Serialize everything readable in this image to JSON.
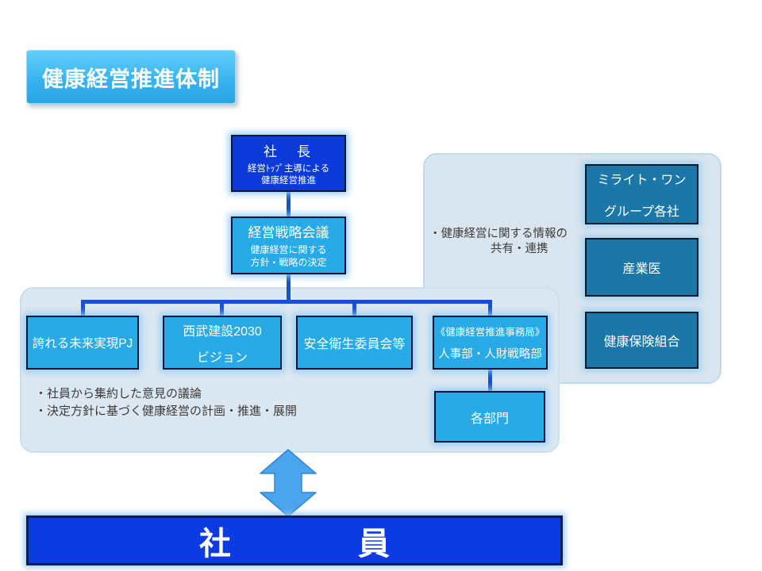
{
  "slide": {
    "title": "健康経営推進体制"
  },
  "org": {
    "president": {
      "title": "社　長",
      "sub1": "経営ﾄｯﾌﾟ主導による",
      "sub2": "健康経営推進"
    },
    "strategy": {
      "title": "経営戦略会議",
      "sub1": "健康経営に関する",
      "sub2": "方針・戦略の決定"
    },
    "committees": [
      {
        "line1": "誇れる未来実現PJ"
      },
      {
        "line1": "西武建設2030",
        "line2": "ビジョン"
      },
      {
        "line1": "安全衛生委員会等"
      },
      {
        "line1": "《健康経営推進事務局》",
        "line2": "人事部・人財戦略部"
      }
    ],
    "departments": {
      "label": "各部門"
    },
    "employees": {
      "label": "社　　　　員"
    }
  },
  "left_panel": {
    "notes": [
      "・社員から集約した意見の議論",
      "・決定方針に基づく健康経営の計画・推進・展開"
    ]
  },
  "right_panel": {
    "note_line1": "・健康経営に関する情報の",
    "note_line2": "共有・連携",
    "partners": [
      {
        "line1": "ミライト・ワン",
        "line2": "グループ各社"
      },
      {
        "line1": "産業医"
      },
      {
        "line1": "健康保険組合"
      }
    ]
  },
  "icons": {
    "up_down_arrow": "up-down-arrow"
  },
  "colors": {
    "deep_blue": "#0B3AD8",
    "light_blue": "#27AAE6",
    "steel_blue": "#1C77A9",
    "connector_blue": "#1652CE",
    "panel_fill": "#DCE8F1",
    "panel_border": "#BEDAEC",
    "title_gradient_top": "#63CDF9",
    "title_gradient_bottom": "#29A4E1",
    "arrow_blue": "#4BA5EC",
    "employees_blue": "#0D3BE2"
  }
}
